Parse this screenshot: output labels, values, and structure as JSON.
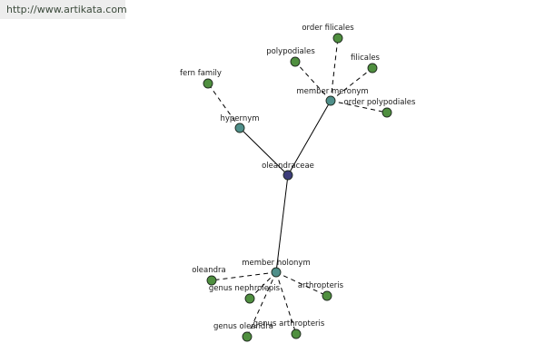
{
  "banner": {
    "url": "http://www.artikata.com"
  },
  "colors": {
    "root": "#3d3d7a",
    "relation": "#4f8f8a",
    "leaf": "#4f8f3f"
  },
  "graph": {
    "nodes": [
      {
        "id": "oleandraceae",
        "label": "oleandraceae",
        "kind": "root"
      },
      {
        "id": "hypernym",
        "label": "hypernym",
        "kind": "relation"
      },
      {
        "id": "member-meronym",
        "label": "member meronym",
        "kind": "relation"
      },
      {
        "id": "member-holonym",
        "label": "member holonym",
        "kind": "relation"
      },
      {
        "id": "fern-family",
        "label": "fern family",
        "kind": "leaf"
      },
      {
        "id": "order-filicales",
        "label": "order filicales",
        "kind": "leaf"
      },
      {
        "id": "polypodiales",
        "label": "polypodiales",
        "kind": "leaf"
      },
      {
        "id": "filicales",
        "label": "filicales",
        "kind": "leaf"
      },
      {
        "id": "order-polypodiales",
        "label": "order polypodiales",
        "kind": "leaf"
      },
      {
        "id": "oleandra",
        "label": "oleandra",
        "kind": "leaf"
      },
      {
        "id": "genus-nephrolepis",
        "label": "genus nephrolepis",
        "kind": "leaf"
      },
      {
        "id": "arthropteris",
        "label": "arthropteris",
        "kind": "leaf"
      },
      {
        "id": "genus-oleandra",
        "label": "genus oleandra",
        "kind": "leaf"
      },
      {
        "id": "genus-arthropteris",
        "label": "genus arthropteris",
        "kind": "leaf"
      }
    ],
    "edges": [
      {
        "from": "oleandraceae",
        "to": "hypernym",
        "style": "solid"
      },
      {
        "from": "oleandraceae",
        "to": "member-meronym",
        "style": "solid"
      },
      {
        "from": "oleandraceae",
        "to": "member-holonym",
        "style": "solid"
      },
      {
        "from": "hypernym",
        "to": "fern-family",
        "style": "dashed"
      },
      {
        "from": "member-meronym",
        "to": "order-filicales",
        "style": "dashed"
      },
      {
        "from": "member-meronym",
        "to": "polypodiales",
        "style": "dashed"
      },
      {
        "from": "member-meronym",
        "to": "filicales",
        "style": "dashed"
      },
      {
        "from": "member-meronym",
        "to": "order-polypodiales",
        "style": "dashed"
      },
      {
        "from": "member-holonym",
        "to": "oleandra",
        "style": "dashed"
      },
      {
        "from": "member-holonym",
        "to": "genus-nephrolepis",
        "style": "dashed"
      },
      {
        "from": "member-holonym",
        "to": "arthropteris",
        "style": "dashed"
      },
      {
        "from": "member-holonym",
        "to": "genus-oleandra",
        "style": "dashed"
      },
      {
        "from": "member-holonym",
        "to": "genus-arthropteris",
        "style": "dashed"
      }
    ]
  }
}
